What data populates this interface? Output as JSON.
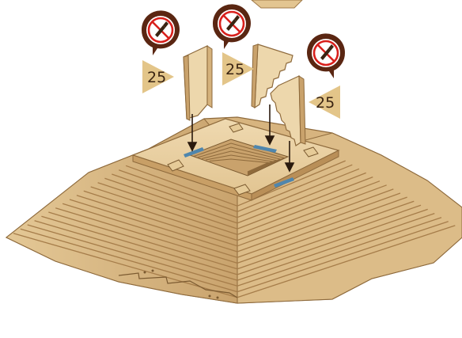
{
  "colors": {
    "wood_light": "#e9cfa0",
    "wood_mid": "#d8b47c",
    "wood_dark": "#b88b55",
    "edge": "#8e6a3c",
    "slot_blue": "#4f86ad",
    "badge_tan": "#e3c589",
    "badge_dark": "#5a2612",
    "no_glue_red": "#d8201c",
    "arrow": "#2a1a0e"
  },
  "steps": [
    {
      "label": "25",
      "icon": "no-glue-icon"
    },
    {
      "label": "25",
      "icon": "no-glue-icon"
    },
    {
      "label": "25",
      "icon": "no-glue-icon"
    }
  ]
}
